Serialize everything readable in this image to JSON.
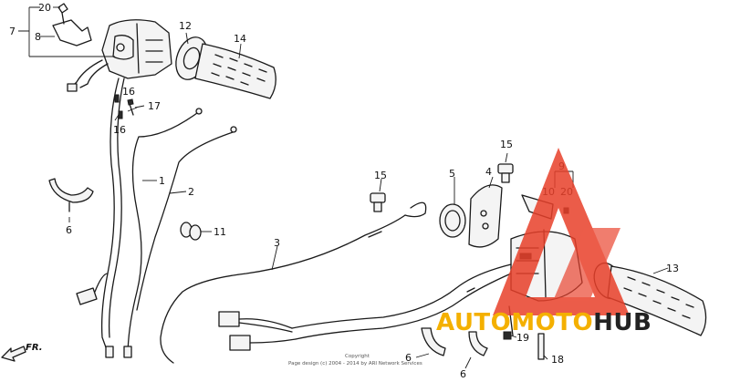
{
  "callouts": {
    "c1": "1",
    "c2": "2",
    "c3": "3",
    "c4": "4",
    "c5": "5",
    "c6a": "6",
    "c6b": "6",
    "c6c": "6",
    "c7": "7",
    "c8": "8",
    "c9": "9",
    "c10": "10",
    "c11": "11",
    "c12": "12",
    "c13": "13",
    "c14": "14",
    "c15a": "15",
    "c15b": "15",
    "c16a": "16",
    "c16b": "16",
    "c17": "17",
    "c18": "18",
    "c19": "19",
    "c20a": "20",
    "c20b": "20"
  },
  "direction_label": "FR.",
  "copyright": "Copyright",
  "footer_note": "Page design (c) 2004 - 2014 by ARI Network Services",
  "watermark": {
    "part1": "AUTOMOTO",
    "part2": "HUB",
    "color_primary": "#f4b000",
    "color_secondary": "#222222",
    "logo_color": "#e8402a"
  }
}
